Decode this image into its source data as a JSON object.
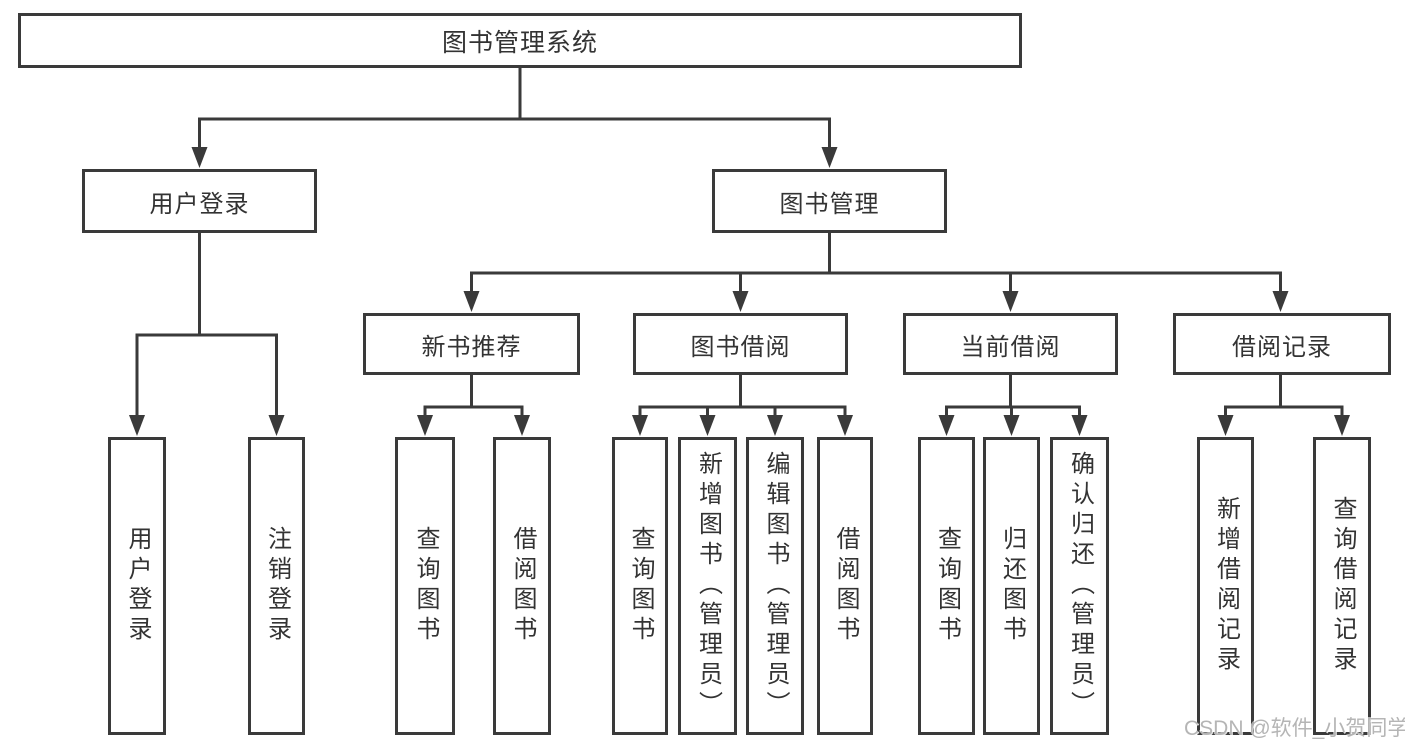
{
  "diagram": {
    "root": {
      "label": "图书管理系统"
    },
    "branches": [
      {
        "label": "用户登录",
        "children": [
          {
            "label": "用户登录"
          },
          {
            "label": "注销登录"
          }
        ]
      },
      {
        "label": "图书管理",
        "children": [
          {
            "label": "新书推荐",
            "children": [
              {
                "label": "查询图书"
              },
              {
                "label": "借阅图书"
              }
            ]
          },
          {
            "label": "图书借阅",
            "children": [
              {
                "label": "查询图书"
              },
              {
                "label": "新增图书（管理员）"
              },
              {
                "label": "编辑图书（管理员）"
              },
              {
                "label": "借阅图书"
              }
            ]
          },
          {
            "label": "当前借阅",
            "children": [
              {
                "label": "查询图书"
              },
              {
                "label": "归还图书"
              },
              {
                "label": "确认归还（管理员）"
              }
            ]
          },
          {
            "label": "借阅记录",
            "children": [
              {
                "label": "新增借阅记录"
              },
              {
                "label": "查询借阅记录"
              }
            ]
          }
        ]
      }
    ]
  },
  "watermark": {
    "text": "CSDN @软件_小贺同学"
  },
  "colors": {
    "line": "#3a3a3a",
    "text": "#333333",
    "node_background": "#ffffff",
    "watermark": "#b5b5b5"
  }
}
